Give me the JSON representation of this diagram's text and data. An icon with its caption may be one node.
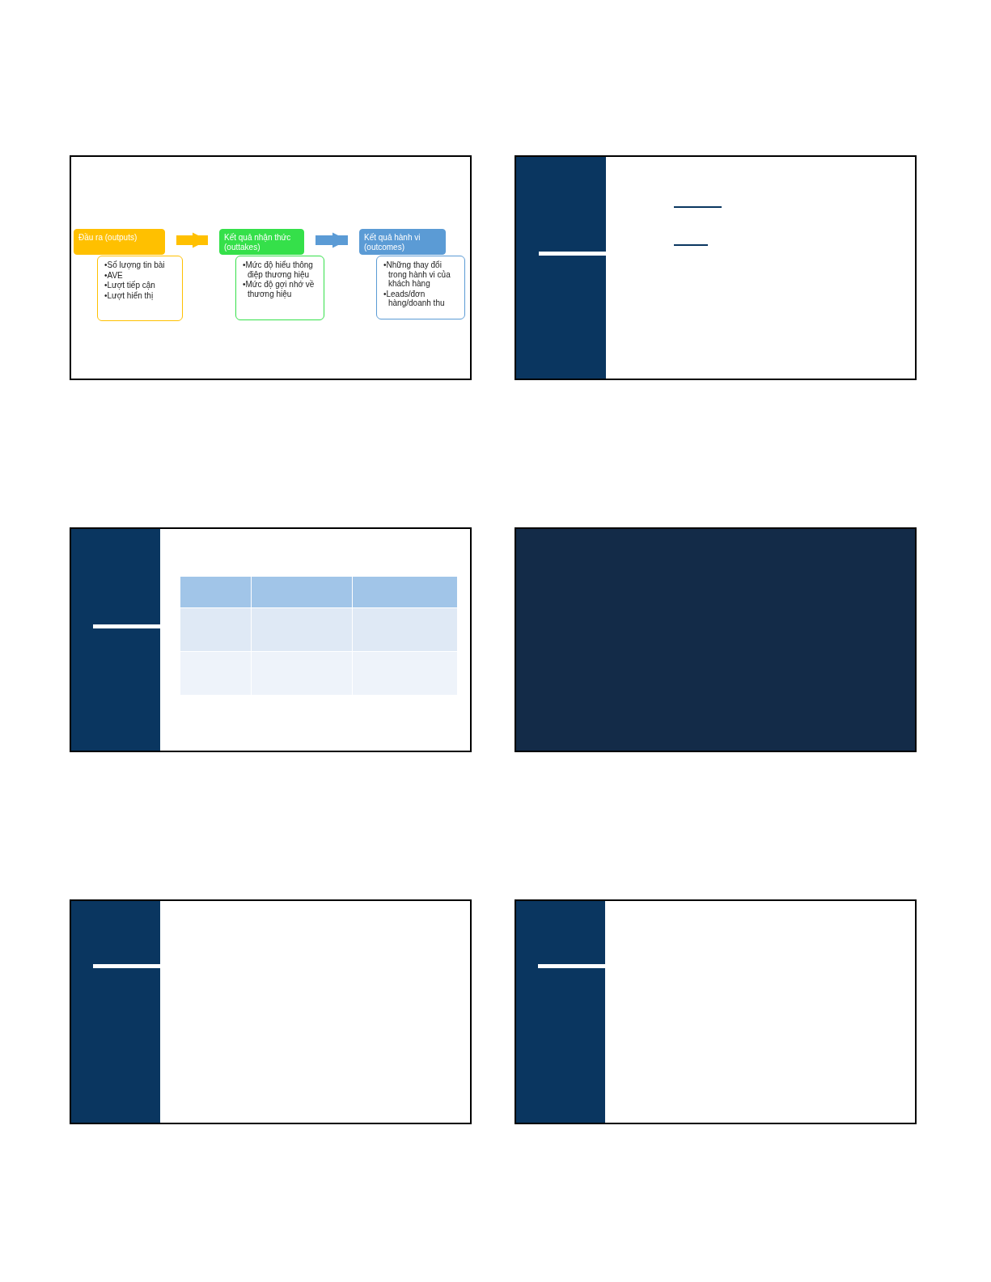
{
  "diagram": {
    "nodes": [
      {
        "text": [
          "Đầu ra (outputs)"
        ]
      },
      {
        "text": [
          "•Số lượng tin bài",
          "•AVE",
          "•Lượt tiếp cận",
          "•Lượt hiển thị"
        ]
      },
      {
        "text": [
          "Kết quả nhận thức (outtakes)"
        ]
      },
      {
        "text": [
          "•Mức độ hiểu thông điệp thương hiệu",
          "•Mức độ gợi nhớ về thương hiệu"
        ]
      },
      {
        "text": [
          "Kết quả hành vi (outcomes)"
        ]
      },
      {
        "text": [
          "•Những thay đổi trong hành vi của khách hàng",
          "•Leads/đơn hàng/doanh thu"
        ]
      }
    ],
    "edges": [
      {
        "from": 0,
        "to": 2,
        "arrow": "to",
        "color": "#ffc000"
      },
      {
        "from": 2,
        "to": 4,
        "arrow": "to",
        "color": "#5b9bd5"
      }
    ]
  }
}
